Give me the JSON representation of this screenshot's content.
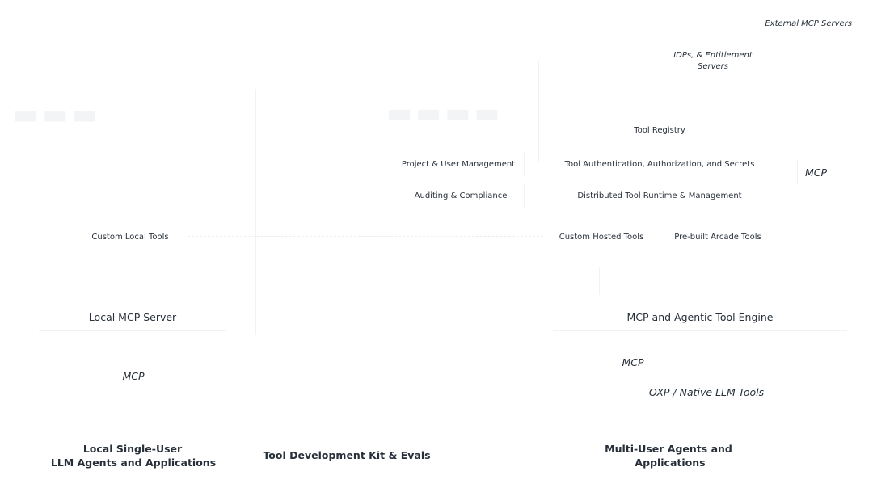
{
  "external_servers": {
    "title": "External MCP Servers",
    "idps_line1": "IDPs, & Entitlement",
    "idps_line2": "Servers"
  },
  "engine": {
    "tool_registry": "Tool Registry",
    "project_user_mgmt": "Project & User Management",
    "tool_auth": "Tool Authentication, Authorization, and Secrets",
    "auditing": "Auditing & Compliance",
    "runtime": "Distributed Tool Runtime & Management",
    "custom_hosted_tools": "Custom Hosted Tools",
    "prebuilt_tools": "Pre-built Arcade Tools",
    "title": "MCP and Agentic Tool Engine"
  },
  "protocols": {
    "mcp_right": "MCP",
    "mcp_left": "MCP",
    "mcp_bottom_right": "MCP",
    "oxp": "OXP / Native LLM Tools"
  },
  "local": {
    "custom_local_tools": "Custom Local Tools",
    "server_title": "Local MCP Server"
  },
  "clients": {
    "local_line1": "Local Single-User",
    "local_line2": "LLM Agents and Applications",
    "tdk": "Tool Development Kit & Evals",
    "multi_line1": "Multi-User Agents and",
    "multi_line2": "Applications"
  }
}
